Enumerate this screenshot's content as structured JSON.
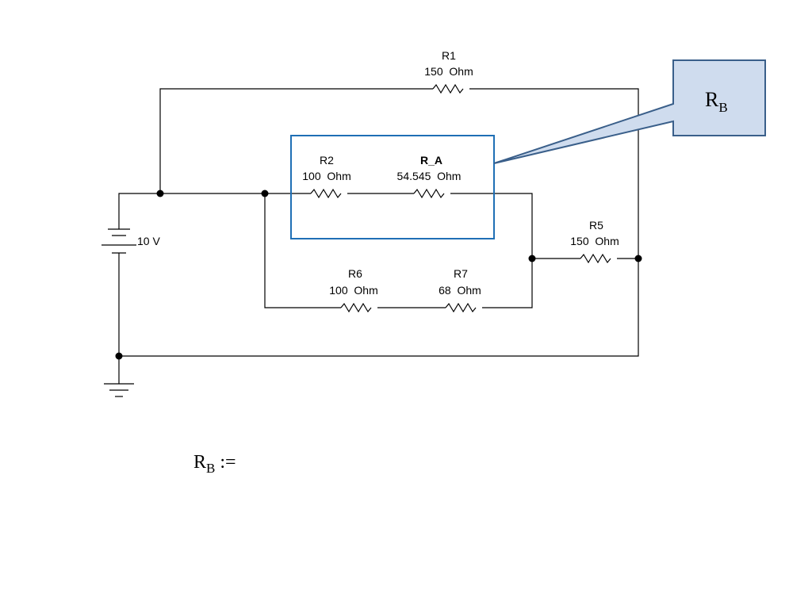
{
  "colors": {
    "wire": "#000000",
    "highlight_box": "#1f6fb5",
    "callout_fill": "#cfdcee",
    "callout_border": "#3a5f8a"
  },
  "components": {
    "r1": {
      "name": "R1",
      "value": "150  Ohm"
    },
    "r2": {
      "name": "R2",
      "value": "100  Ohm"
    },
    "ra": {
      "name": "R_A",
      "value": "54.545  Ohm"
    },
    "r5": {
      "name": "R5",
      "value": "150  Ohm"
    },
    "r6": {
      "name": "R6",
      "value": "100  Ohm"
    },
    "r7": {
      "name": "R7",
      "value": "68  Ohm"
    },
    "source": {
      "label": "10 V"
    }
  },
  "callout": {
    "main": "R",
    "sub": "B"
  },
  "equation": {
    "main": "R",
    "sub": "B",
    "operator": ":="
  }
}
